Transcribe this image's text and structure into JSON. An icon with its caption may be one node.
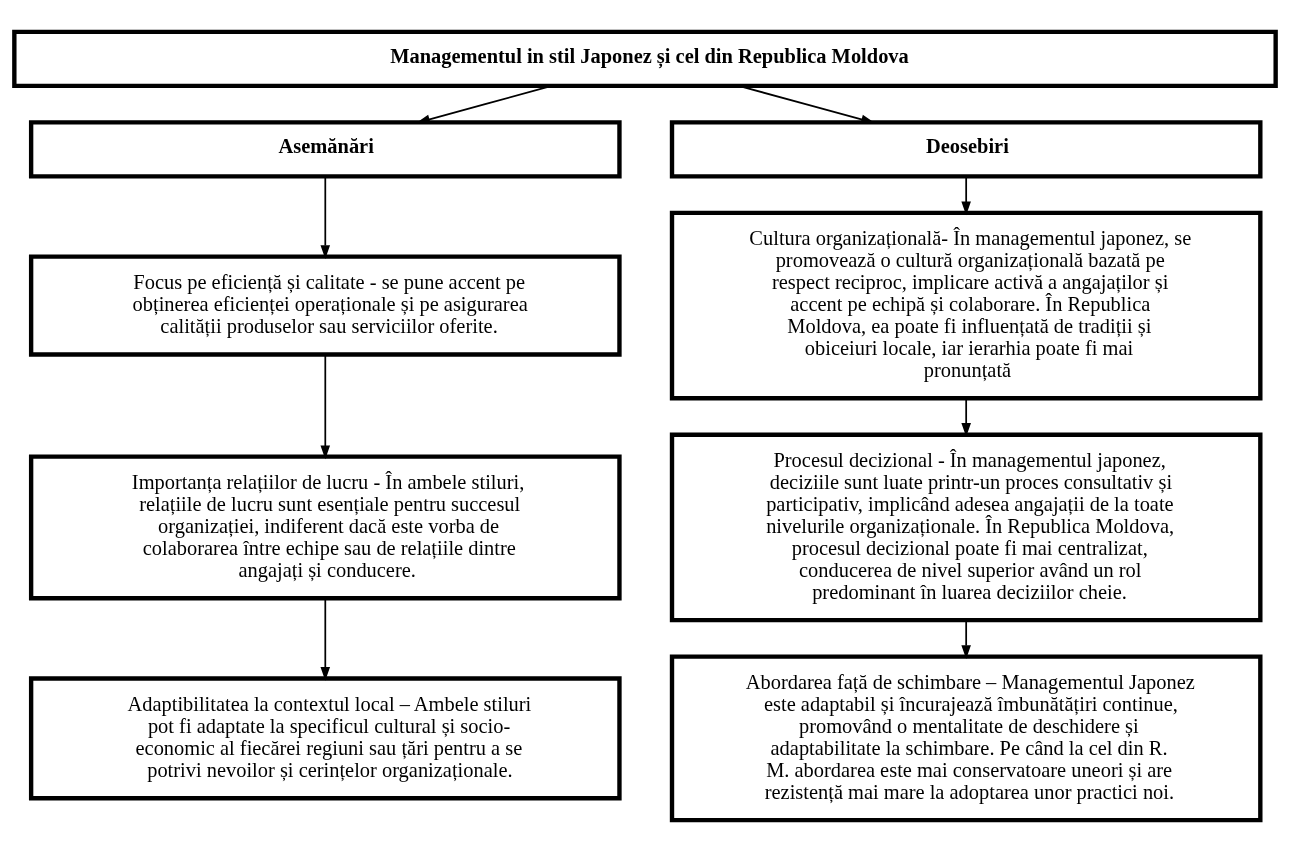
{
  "diagram": {
    "nodes": [
      {
        "text": [
          "Managementul in stil Japonez și cel din Republica Moldova"
        ]
      },
      {
        "text": [
          "Asemănări"
        ]
      },
      {
        "text": [
          "Deosebiri"
        ]
      },
      {
        "text": [
          "Focus pe eficiență și calitate - se pune accent pe obținerea eficienței operaționale și pe asigurarea calității produselor sau serviciilor oferite."
        ]
      },
      {
        "text": [
          "Cultura organizațională- În managementul japonez, se promovează o cultură organizațională bazată pe respect reciproc, implicare activă a angajaților și accent pe echipă și colaborare. În Republica Moldova, ea poate fi influențată de tradiții și obiceiuri locale, iar ierarhia poate fi mai pronunțată"
        ]
      },
      {
        "text": [
          "Importanța relațiilor de lucru - În ambele stiluri, relațiile de lucru sunt esențiale pentru succesul organizației, indiferent dacă este vorba de colaborarea între echipe sau de relațiile dintre angajați și conducere."
        ]
      },
      {
        "text": [
          "Procesul decizional - În managementul japonez, deciziile sunt luate printr-un proces consultativ și participativ, implicând adesea angajații de la toate nivelurile organizaționale. În Republica Moldova, procesul decizional poate fi mai centralizat, conducerea de nivel superior având un rol predominant în luarea deciziilor cheie."
        ]
      },
      {
        "text": [
          "Adaptibilitatea la contextul local – Ambele stiluri pot fi adaptate la specificul cultural și socio-economic al fiecărei regiuni sau țări pentru a se potrivi nevoilor și cerințelor organizaționale."
        ]
      },
      {
        "text": [
          "Abordarea față de schimbare – Managementul Japonez este adaptabil și încurajează îmbunătățiri continue, promovând o mentalitate de deschidere și adaptabilitate la schimbare. Pe când la cel din R. M. abordarea este mai conservatoare uneori și are rezistență mai mare la adoptarea unor practici noi."
        ]
      }
    ],
    "edges": [
      {
        "from": 0,
        "to": 1,
        "arrow": "to"
      },
      {
        "from": 0,
        "to": 2,
        "arrow": "to"
      },
      {
        "from": 1,
        "to": 3,
        "arrow": "to"
      },
      {
        "from": 2,
        "to": 4,
        "arrow": "to"
      },
      {
        "from": 3,
        "to": 5,
        "arrow": "to"
      },
      {
        "from": 4,
        "to": 6,
        "arrow": "to"
      },
      {
        "from": 5,
        "to": 7,
        "arrow": "to"
      },
      {
        "from": 6,
        "to": 8,
        "arrow": "to"
      }
    ]
  }
}
